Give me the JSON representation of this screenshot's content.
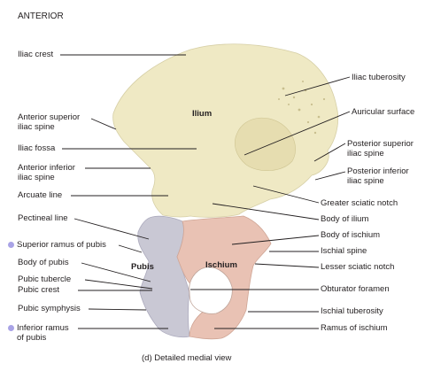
{
  "orientation_label": "ANTERIOR",
  "caption": "(d) Detailed medial view",
  "bone_labels": {
    "ilium": "Ilium",
    "pubis": "Pubis",
    "ischium": "Ischium"
  },
  "left_labels": {
    "iliac_crest": "Iliac crest",
    "anterior_superior_iliac_spine": [
      "Anterior superior",
      "iliac spine"
    ],
    "iliac_fossa": "Iliac fossa",
    "anterior_inferior_iliac_spine": [
      "Anterior inferior",
      "iliac spine"
    ],
    "arcuate_line": "Arcuate line",
    "pectineal_line": "Pectineal line",
    "superior_ramus_of_pubis": "Superior ramus of pubis",
    "body_of_pubis": "Body of pubis",
    "pubic_tubercle": "Pubic tubercle",
    "pubic_crest": "Pubic crest",
    "pubic_symphysis": "Pubic symphysis",
    "inferior_ramus_of_pubis": [
      "Inferior ramus",
      "of pubis"
    ]
  },
  "right_labels": {
    "iliac_tuberosity": "Iliac tuberosity",
    "auricular_surface": "Auricular surface",
    "posterior_superior_iliac_spine": [
      "Posterior superior",
      "iliac spine"
    ],
    "posterior_inferior_iliac_spine": [
      "Posterior inferior",
      "iliac spine"
    ],
    "greater_sciatic_notch": "Greater sciatic notch",
    "body_of_ilium": "Body of ilium",
    "body_of_ischium": "Body of ischium",
    "ischial_spine": "Ischial spine",
    "lesser_sciatic_notch": "Lesser sciatic notch",
    "obturator_foramen": "Obturator foramen",
    "ischial_tuberosity": "Ischial tuberosity",
    "ramus_of_ischium": "Ramus of ischium"
  },
  "colors": {
    "ilium": "#efe9c4",
    "pubis": "#c9c8d4",
    "ischium": "#e9c2b4",
    "marker": "#a9a3e6"
  }
}
